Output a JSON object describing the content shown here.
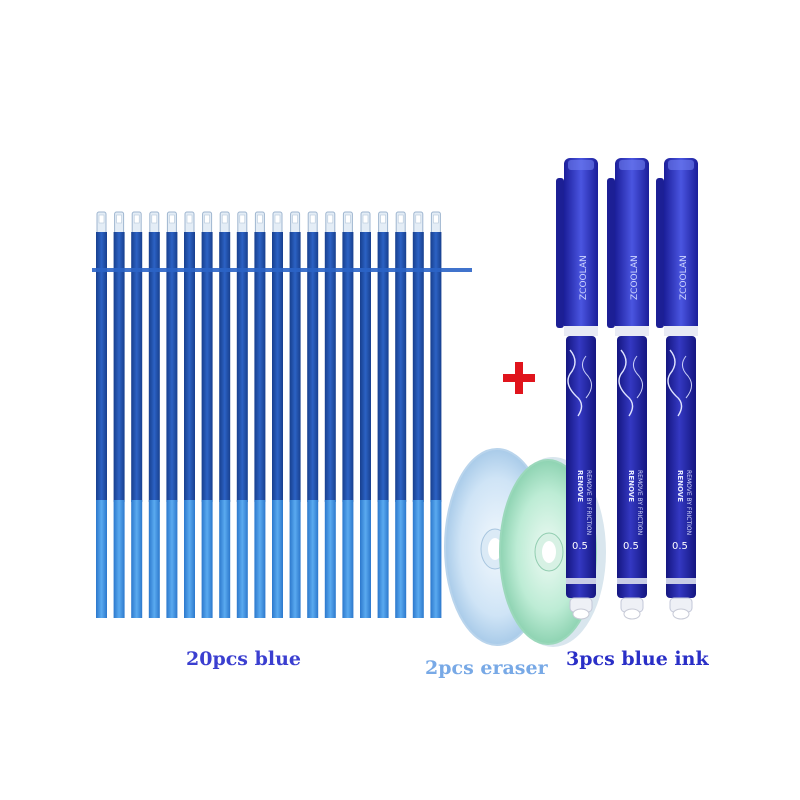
{
  "captions": {
    "refills": "20pcs blue",
    "erasers": "2pcs eraser",
    "pens": "3pcs blue ink"
  },
  "pen_printed_text": {
    "tip_size": "0.5",
    "brand": "ZCOOLAN",
    "body_line_1": "RENOVE",
    "body_line_2": "REMOVE BY FRICTION"
  },
  "colors": {
    "refill_dark": "#1f4fa8",
    "refill_light": "#3f8fe0",
    "pen_body": "#2326a8",
    "eraser_blue": "#cfe6f6",
    "eraser_green": "#bdeed6",
    "plus_sign": "#e0141c"
  },
  "counts": {
    "refills": 20,
    "erasers": 2,
    "pens": 3
  }
}
